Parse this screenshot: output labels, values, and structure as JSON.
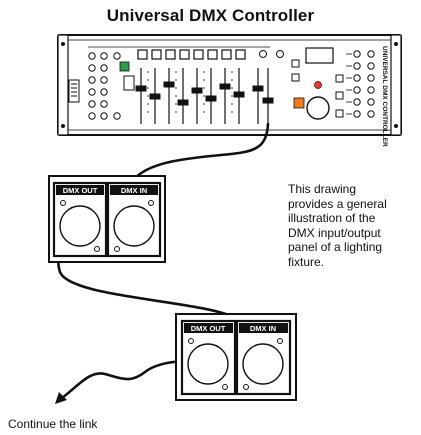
{
  "title": "Universal DMX Controller",
  "caption_lines": [
    "This drawing",
    "provides a general",
    "illustration of the",
    "DMX input/output",
    "panel of a lighting",
    "fixture."
  ],
  "continue_label": "Continue the link",
  "panels": [
    {
      "out_label": "DMX OUT",
      "in_label": "DMX IN"
    },
    {
      "out_label": "DMX OUT",
      "in_label": "DMX IN"
    }
  ],
  "controller": {
    "side_text": "UNIVERSAL DMX CONTROLLER"
  },
  "colors": {
    "line": "#111111",
    "led_red": "#e23b2a",
    "button_orange": "#f07a1e",
    "indicator_green": "#2f9a4a"
  }
}
